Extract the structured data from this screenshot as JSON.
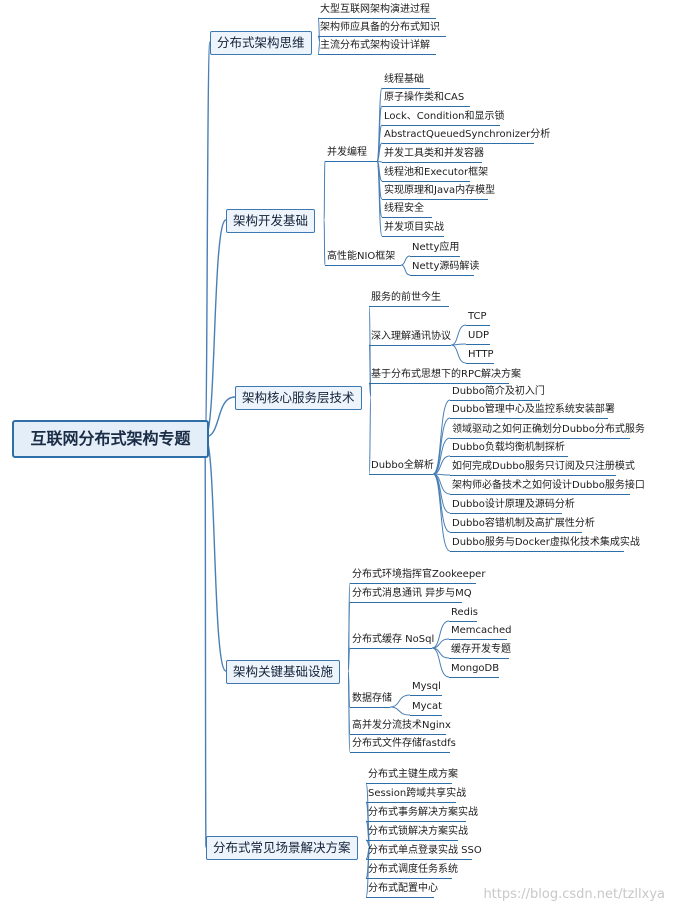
{
  "root": "互联网分布式架构专题",
  "watermark": "https://blog.csdn.net/tzllxya",
  "branches": [
    {
      "label": "分布式架构思维",
      "children": [
        {
          "label": "大型互联网架构演进过程"
        },
        {
          "label": "架构师应具备的分布式知识"
        },
        {
          "label": "主流分布式架构设计详解"
        }
      ]
    },
    {
      "label": "架构开发基础",
      "children": [
        {
          "label": "并发编程",
          "children": [
            {
              "label": "线程基础"
            },
            {
              "label": "原子操作类和CAS"
            },
            {
              "label": "Lock、Condition和显示锁"
            },
            {
              "label": "AbstractQueuedSynchronizer分析"
            },
            {
              "label": "并发工具类和并发容器"
            },
            {
              "label": "线程池和Executor框架"
            },
            {
              "label": "实现原理和Java内存模型"
            },
            {
              "label": "线程安全"
            },
            {
              "label": "并发项目实战"
            }
          ]
        },
        {
          "label": "高性能NIO框架",
          "children": [
            {
              "label": "Netty应用"
            },
            {
              "label": "Netty源码解读"
            }
          ]
        }
      ]
    },
    {
      "label": "架构核心服务层技术",
      "children": [
        {
          "label": "服务的前世今生"
        },
        {
          "label": "深入理解通讯协议",
          "children": [
            {
              "label": "TCP"
            },
            {
              "label": "UDP"
            },
            {
              "label": "HTTP"
            }
          ]
        },
        {
          "label": "基于分布式思想下的RPC解决方案"
        },
        {
          "label": "Dubbo全解析",
          "children": [
            {
              "label": "Dubbo简介及初入门"
            },
            {
              "label": "Dubbo管理中心及监控系统安装部署"
            },
            {
              "label": "领域驱动之如何正确划分Dubbo分布式服务"
            },
            {
              "label": "Dubbo负载均衡机制探析"
            },
            {
              "label": "如何完成Dubbo服务只订阅及只注册模式"
            },
            {
              "label": "架构师必备技术之如何设计Dubbo服务接口"
            },
            {
              "label": "Dubbo设计原理及源码分析"
            },
            {
              "label": "Dubbo容错机制及高扩展性分析"
            },
            {
              "label": "Dubbo服务与Docker虚拟化技术集成实战"
            }
          ]
        }
      ]
    },
    {
      "label": "架构关键基础设施",
      "children": [
        {
          "label": "分布式环境指挥官Zookeeper"
        },
        {
          "label": "分布式消息通讯 异步与MQ"
        },
        {
          "label": "分布式缓存 NoSql",
          "children": [
            {
              "label": "Redis"
            },
            {
              "label": "Memcached"
            },
            {
              "label": "缓存开发专题"
            },
            {
              "label": "MongoDB"
            }
          ]
        },
        {
          "label": "数据存储",
          "children": [
            {
              "label": "Mysql"
            },
            {
              "label": "Mycat"
            }
          ]
        },
        {
          "label": "高并发分流技术Nginx"
        },
        {
          "label": "分布式文件存储fastdfs"
        }
      ]
    },
    {
      "label": "分布式常见场景解决方案",
      "children": [
        {
          "label": "分布式主键生成方案"
        },
        {
          "label": "Session跨域共享实战"
        },
        {
          "label": "分布式事务解决方案实战"
        },
        {
          "label": "分布式锁解决方案实战"
        },
        {
          "label": "分布式单点登录实战 SSO"
        },
        {
          "label": "分布式调度任务系统"
        },
        {
          "label": "分布式配置中心"
        }
      ]
    }
  ]
}
